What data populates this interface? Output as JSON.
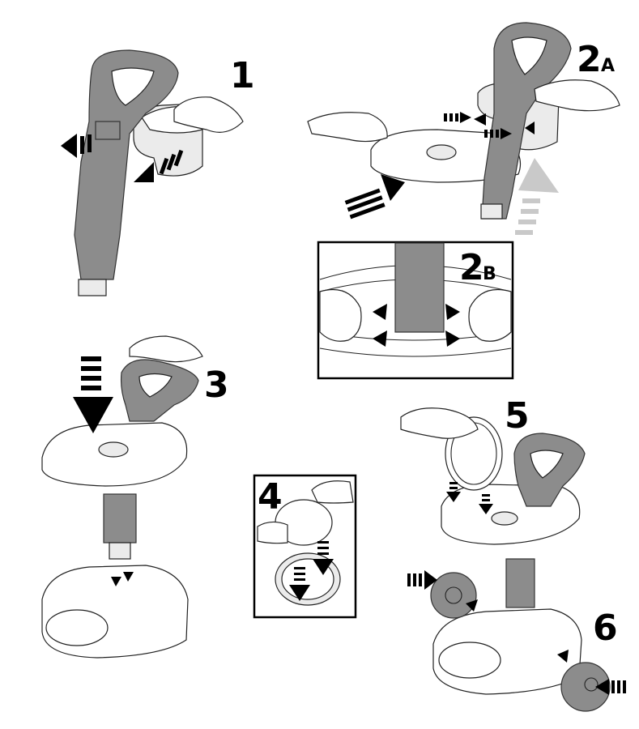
{
  "diagram": {
    "type": "assembly-instructions",
    "steps": [
      {
        "id": "1",
        "label": "1",
        "sub": ""
      },
      {
        "id": "2A",
        "label": "2",
        "sub": "A"
      },
      {
        "id": "2B",
        "label": "2",
        "sub": "B"
      },
      {
        "id": "3",
        "label": "3",
        "sub": ""
      },
      {
        "id": "4",
        "label": "4",
        "sub": ""
      },
      {
        "id": "5",
        "label": "5",
        "sub": ""
      },
      {
        "id": "6",
        "label": "6",
        "sub": ""
      }
    ],
    "colors": {
      "part": "#8c8c8c",
      "outline": "#222222",
      "arrow": "#000000",
      "ghost_arrow": "#c9c9c9",
      "background": "#ffffff"
    }
  }
}
